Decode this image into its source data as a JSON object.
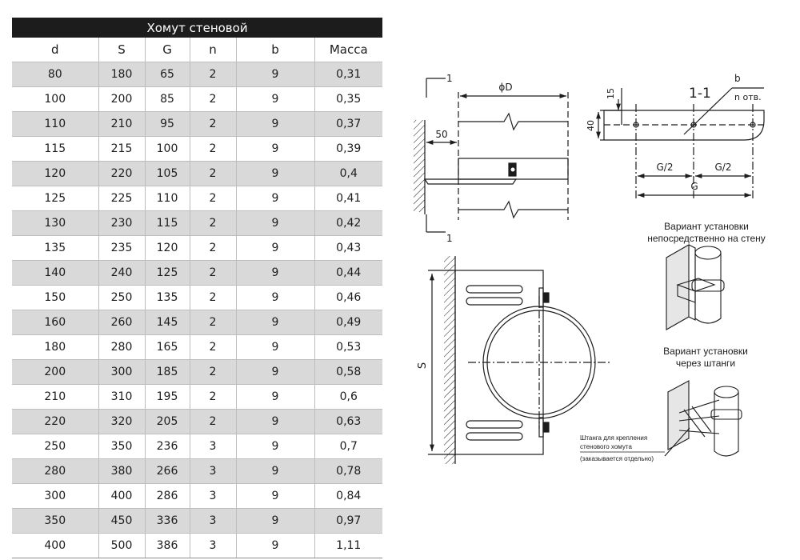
{
  "table": {
    "title": "Хомут стеновой",
    "headers": [
      "d",
      "S",
      "G",
      "n",
      "b",
      "Масса"
    ],
    "rows": [
      [
        "80",
        "180",
        "65",
        "2",
        "9",
        "0,31"
      ],
      [
        "100",
        "200",
        "85",
        "2",
        "9",
        "0,35"
      ],
      [
        "110",
        "210",
        "95",
        "2",
        "9",
        "0,37"
      ],
      [
        "115",
        "215",
        "100",
        "2",
        "9",
        "0,39"
      ],
      [
        "120",
        "220",
        "105",
        "2",
        "9",
        "0,4"
      ],
      [
        "125",
        "225",
        "110",
        "2",
        "9",
        "0,41"
      ],
      [
        "130",
        "230",
        "115",
        "2",
        "9",
        "0,42"
      ],
      [
        "135",
        "235",
        "120",
        "2",
        "9",
        "0,43"
      ],
      [
        "140",
        "240",
        "125",
        "2",
        "9",
        "0,44"
      ],
      [
        "150",
        "250",
        "135",
        "2",
        "9",
        "0,46"
      ],
      [
        "160",
        "260",
        "145",
        "2",
        "9",
        "0,49"
      ],
      [
        "180",
        "280",
        "165",
        "2",
        "9",
        "0,53"
      ],
      [
        "200",
        "300",
        "185",
        "2",
        "9",
        "0,58"
      ],
      [
        "210",
        "310",
        "195",
        "2",
        "9",
        "0,6"
      ],
      [
        "220",
        "320",
        "205",
        "2",
        "9",
        "0,63"
      ],
      [
        "250",
        "350",
        "236",
        "3",
        "9",
        "0,7"
      ],
      [
        "280",
        "380",
        "266",
        "3",
        "9",
        "0,78"
      ],
      [
        "300",
        "400",
        "286",
        "3",
        "9",
        "0,84"
      ],
      [
        "350",
        "450",
        "336",
        "3",
        "9",
        "0,97"
      ],
      [
        "400",
        "500",
        "386",
        "3",
        "9",
        "1,11"
      ]
    ]
  },
  "drawing_side": {
    "section_mark_top": "1",
    "section_mark_bottom": "1",
    "diameter_label": "ϕD",
    "wall_offset": "50"
  },
  "drawing_section": {
    "title": "1-1",
    "b_label": "b",
    "holes_label": "n отв.",
    "dim_15": "15",
    "dim_40": "40",
    "g_half_left": "G/2",
    "g_half_right": "G/2",
    "g_total": "G"
  },
  "drawing_front": {
    "s_label": "S"
  },
  "variant_wall": {
    "line1": "Вариант установки",
    "line2": "непосредственно на стену"
  },
  "variant_rods": {
    "line1": "Вариант установки",
    "line2": "через штанги",
    "rod_note1": "Штанга для крепления",
    "rod_note2": "стенового хомута",
    "rod_note3": "(заказывается отдельно)"
  },
  "colors": {
    "header_bg": "#1c1c1c",
    "row_shade": "#d9d9d9",
    "grid": "#bdbdbd"
  }
}
